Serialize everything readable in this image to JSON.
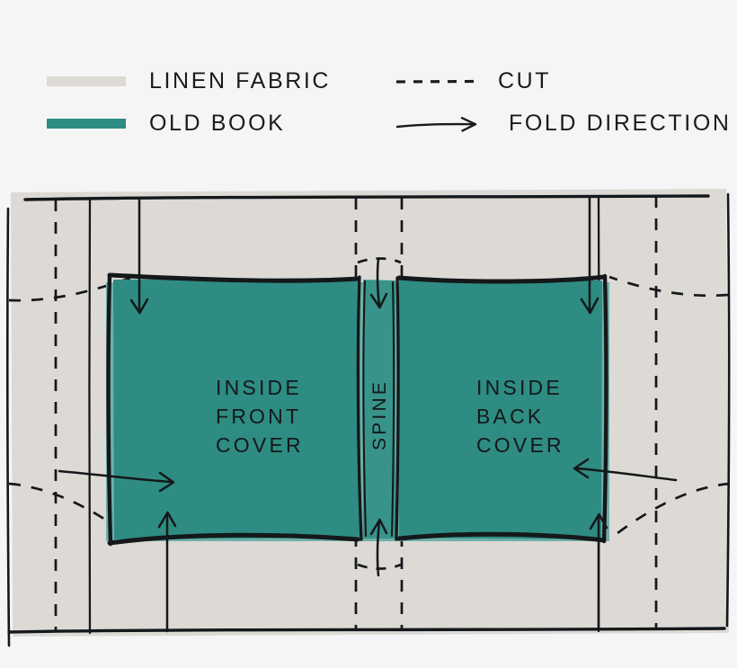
{
  "legend": {
    "items": [
      {
        "key": "linen",
        "label": "LINEN FABRIC",
        "symbol": "solid-swatch",
        "color": "#ddd9d5"
      },
      {
        "key": "book",
        "label": "OLD BOOK",
        "symbol": "solid-swatch",
        "color": "#2e8c82"
      },
      {
        "key": "cut",
        "label": "CUT",
        "symbol": "dashed-line",
        "color": "#1b1b1b"
      },
      {
        "key": "fold",
        "label": "FOLD DIRECTION",
        "symbol": "arrow-line",
        "color": "#1b1b1b"
      }
    ]
  },
  "diagram": {
    "title": "book-cover-fold-layout",
    "labels": {
      "inside_front_cover": [
        "INSIDE",
        "FRONT",
        "COVER"
      ],
      "inside_back_cover": [
        "INSIDE",
        "BACK",
        "COVER"
      ],
      "spine": "SPINE"
    },
    "colors": {
      "page_background": "#f5f5f5",
      "linen_fabric": "#ddd9d5",
      "old_book": "#2e8c82",
      "old_book_highlight": "#6fb0a8",
      "ink": "#14181a"
    },
    "fold_arrows": [
      {
        "name": "top-left-fold",
        "direction": "down"
      },
      {
        "name": "top-spine-fold",
        "direction": "down"
      },
      {
        "name": "top-right-fold",
        "direction": "down"
      },
      {
        "name": "left-side-fold",
        "direction": "right"
      },
      {
        "name": "right-side-fold",
        "direction": "left"
      },
      {
        "name": "bottom-left-fold",
        "direction": "up"
      },
      {
        "name": "bottom-spine-fold",
        "direction": "up"
      },
      {
        "name": "bottom-right-fold",
        "direction": "up"
      }
    ]
  }
}
